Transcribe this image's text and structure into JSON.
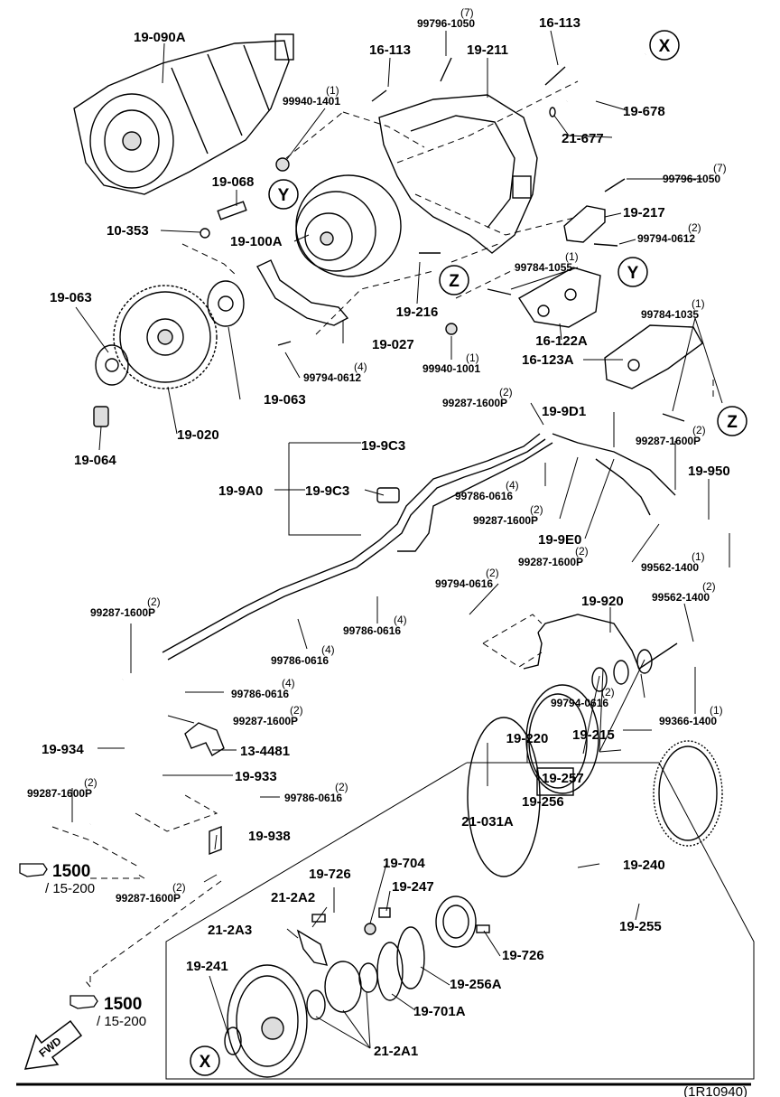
{
  "callouts": [
    {
      "id": "c1",
      "text": "19-090A"
    },
    {
      "id": "c2",
      "text": "99796-1050",
      "qty": "(7)"
    },
    {
      "id": "c3",
      "text": "16-113"
    },
    {
      "id": "c4",
      "text": "16-113"
    },
    {
      "id": "c5",
      "text": "19-211"
    },
    {
      "id": "c6",
      "text": "19-678"
    },
    {
      "id": "c7",
      "text": "99940-1401",
      "qty": "(1)"
    },
    {
      "id": "c8",
      "text": "21-677"
    },
    {
      "id": "c9",
      "text": "19-068"
    },
    {
      "id": "c10",
      "text": "99796-1050",
      "qty": "(7)"
    },
    {
      "id": "c11",
      "text": "10-353"
    },
    {
      "id": "c12",
      "text": "19-217"
    },
    {
      "id": "c13",
      "text": "19-100A"
    },
    {
      "id": "c14",
      "text": "99794-0612",
      "qty": "(2)"
    },
    {
      "id": "c15",
      "text": "99784-1055",
      "qty": "(1)"
    },
    {
      "id": "c16",
      "text": "19-063"
    },
    {
      "id": "c17",
      "text": "19-216"
    },
    {
      "id": "c18",
      "text": "16-122A"
    },
    {
      "id": "c19",
      "text": "19-027"
    },
    {
      "id": "c20",
      "text": "99784-1035",
      "qty": "(1)"
    },
    {
      "id": "c21",
      "text": "99794-0612",
      "qty": "(4)"
    },
    {
      "id": "c22",
      "text": "99940-1001",
      "qty": "(1)"
    },
    {
      "id": "c23",
      "text": "16-123A"
    },
    {
      "id": "c24",
      "text": "19-063"
    },
    {
      "id": "c25",
      "text": "19-020"
    },
    {
      "id": "c26",
      "text": "19-064"
    },
    {
      "id": "c27",
      "text": "99287-1600P",
      "qty": "(2)"
    },
    {
      "id": "c28",
      "text": "19-9D1"
    },
    {
      "id": "c29",
      "text": "99287-1600P",
      "qty": "(2)"
    },
    {
      "id": "c30",
      "text": "19-9C3"
    },
    {
      "id": "c31",
      "text": "19-950"
    },
    {
      "id": "c32",
      "text": "19-9A0"
    },
    {
      "id": "c33",
      "text": "19-9C3"
    },
    {
      "id": "c34",
      "text": "99786-0616",
      "qty": "(4)"
    },
    {
      "id": "c35",
      "text": "99287-1600P",
      "qty": "(2)"
    },
    {
      "id": "c36",
      "text": "19-9E0"
    },
    {
      "id": "c37",
      "text": "99287-1600P",
      "qty": "(2)"
    },
    {
      "id": "c38",
      "text": "99562-1400",
      "qty": "(1)"
    },
    {
      "id": "c39",
      "text": "99794-0616",
      "qty": "(2)"
    },
    {
      "id": "c40",
      "text": "19-920"
    },
    {
      "id": "c41",
      "text": "99562-1400",
      "qty": "(2)"
    },
    {
      "id": "c42",
      "text": "99287-1600P",
      "qty": "(2)"
    },
    {
      "id": "c43",
      "text": "99786-0616",
      "qty": "(4)"
    },
    {
      "id": "c44",
      "text": "99786-0616",
      "qty": "(4)"
    },
    {
      "id": "c45",
      "text": "99786-0616",
      "qty": "(4)"
    },
    {
      "id": "c46",
      "text": "99794-0616",
      "qty": "(2)"
    },
    {
      "id": "c47",
      "text": "99366-1400",
      "qty": "(1)"
    },
    {
      "id": "c48",
      "text": "99287-1600P",
      "qty": "(2)"
    },
    {
      "id": "c49",
      "text": "19-934"
    },
    {
      "id": "c50",
      "text": "13-4481"
    },
    {
      "id": "c51",
      "text": "19-220"
    },
    {
      "id": "c52",
      "text": "19-215"
    },
    {
      "id": "c53",
      "text": "19-933"
    },
    {
      "id": "c54",
      "text": "99287-1600P",
      "qty": "(2)"
    },
    {
      "id": "c55",
      "text": "99786-0616",
      "qty": "(2)"
    },
    {
      "id": "c56",
      "text": "19-257"
    },
    {
      "id": "c57",
      "text": "19-256"
    },
    {
      "id": "c58",
      "text": "19-938"
    },
    {
      "id": "c59",
      "text": "21-031A"
    },
    {
      "id": "c60",
      "text": "19-704"
    },
    {
      "id": "c61",
      "text": "19-240"
    },
    {
      "id": "c62",
      "text": "19-726"
    },
    {
      "id": "c63",
      "text": "99287-1600P",
      "qty": "(2)"
    },
    {
      "id": "c64",
      "text": "19-247"
    },
    {
      "id": "c65",
      "text": "21-2A2"
    },
    {
      "id": "c66",
      "text": "19-255"
    },
    {
      "id": "c67",
      "text": "21-2A3"
    },
    {
      "id": "c68",
      "text": "19-726"
    },
    {
      "id": "c69",
      "text": "19-241"
    },
    {
      "id": "c70",
      "text": "19-256A"
    },
    {
      "id": "c71",
      "text": "19-701A"
    },
    {
      "id": "c72",
      "text": "21-2A1"
    }
  ],
  "markers": {
    "x": "X",
    "y": "Y",
    "z": "Z"
  },
  "references": [
    {
      "page": "1500",
      "section": "/ 15-200"
    },
    {
      "page": "1500",
      "section": "/ 15-200"
    }
  ],
  "fwd_label": "FWD",
  "figure_id": "(1R10940)"
}
